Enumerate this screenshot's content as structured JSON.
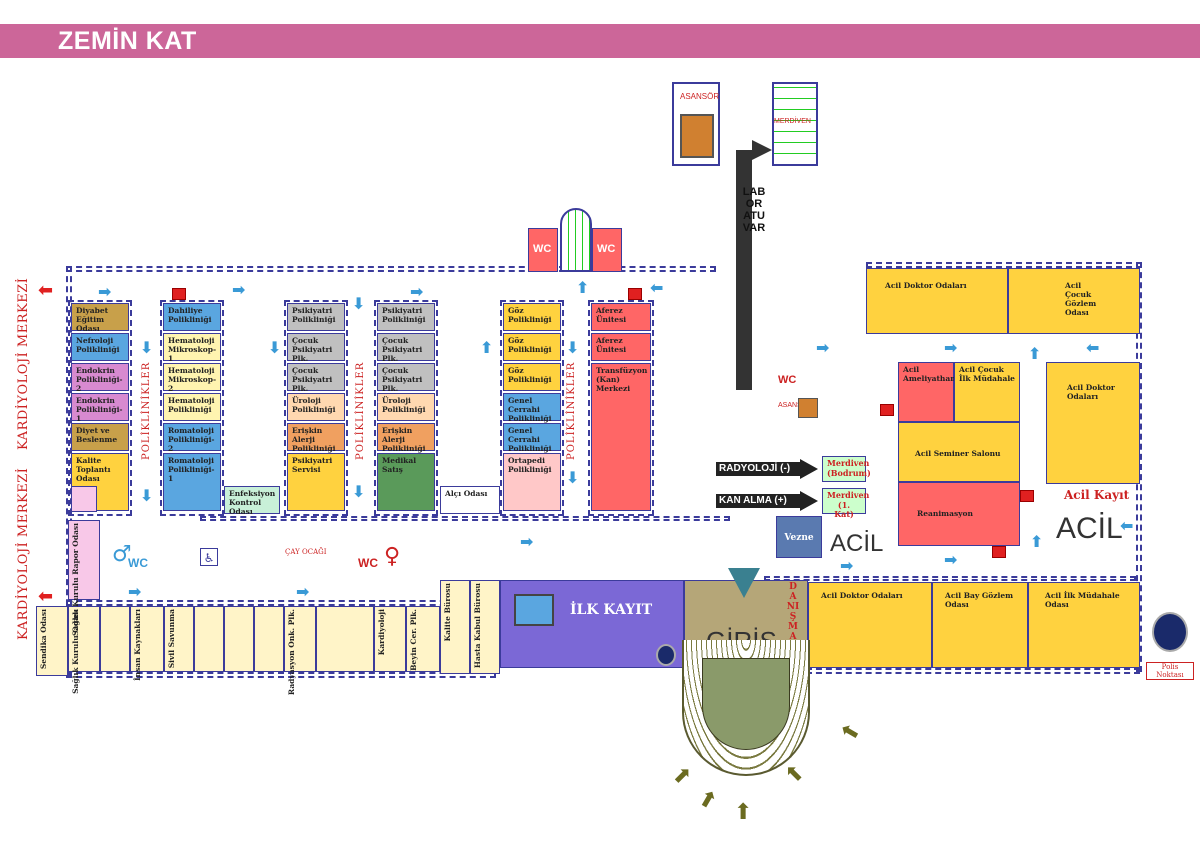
{
  "header": {
    "title": "ZEMİN KAT"
  },
  "side_labels": {
    "kardiyoloji_top": "KARDİYOLOJİ MERKEZİ",
    "kardiyoloji_bottom": "KARDİYOLOJİ MERKEZİ"
  },
  "poliklinik_labels": {
    "a": "POLİKLİNİKLER",
    "b": "POLİKLİNİKLER",
    "c": "POLİKLİNİKLER"
  },
  "col1": [
    "Diyabet Eğitim Odası",
    "Nefroloji Polikliniği",
    "Endokrin Polikliniği-2",
    "Endokrin Polikliniği-1",
    "Diyet ve Beslenme",
    "Kalite Toplantı Odası"
  ],
  "col2": [
    "Dahiliye Polikliniği",
    "Hematoloji Mikroskop-1",
    "Hematoloji Mikroskop-2",
    "Hematoloji Polikliniği",
    "Romatoloji Polikliniği-2",
    "Romatoloji Polikliniği-1"
  ],
  "col3": [
    "Psikiyatri Polikliniği",
    "Çocuk Psikiyatri Plk.",
    "Çocuk Psikiyatri Plk.",
    "Üroloji Polikliniği",
    "Erişkin Alerji Polikliniği",
    "Psikiyatri Servisi"
  ],
  "col4": [
    "Psikiyatri Polikliniği",
    "Çocuk Psikiyatri Plk.",
    "Çocuk Psikiyatri Plk.",
    "Üroloji Polikliniği",
    "Erişkin Alerji Polikliniği",
    "Medikal Satış"
  ],
  "col5": [
    "Göz Polikliniği",
    "Göz Polikliniği",
    "Göz Polikliniği",
    "Genel Cerrahi Polikliniği",
    "Genel Cerrahi Polikliniği",
    "Ortapedi Polikliniği"
  ],
  "col6": [
    "Aferez Ünitesi",
    "Aferez Ünitesi",
    "Transfüzyon (Kan) Merkezi"
  ],
  "misc": {
    "enfeksiyon": "Enfeksiyon Kontrol Odası",
    "alci": "Alçı Odası",
    "saglik_rapor": "Sağlık Kurulu Rapor Odası",
    "wc": "WC",
    "asansor": "ASANSÖR",
    "merdiven": "MERDİVEN",
    "cay_ocagi": "ÇAY OCAĞI",
    "laboratuvar": "LABORATUVAR",
    "asansor_small": "ASANSÖR",
    "radyoloji": "RADYOLOJİ (-)",
    "kan_alma": "KAN ALMA (+)",
    "merdiven_bodrum": "Merdiven (Bodrum)",
    "merdiven_1kat": "Merdiven (1. Kat)",
    "vezne": "Vezne",
    "ilk_kayit": "İLK KAYIT",
    "giris": "GİRİŞ",
    "danisma": "DANIŞMA",
    "acil_left": "ACİL",
    "acil_right": "ACİL",
    "acil_kayit": "Acil Kayıt",
    "polis": "Polis Noktası"
  },
  "bottom_rooms": [
    "Sendika Odası",
    "Sağlık Kurulu Odası",
    "İnsan Kaynakları",
    "Sivil Savunma",
    "Radyasyon Onk. Plk.",
    "Kardiyoloji",
    "Beyin Cer. Plk.",
    "Kalite Bürosu",
    "Hasta Kabul Bürosu"
  ],
  "acil_rooms": {
    "doktor_top": "Acil Doktor Odaları",
    "cocuk_gozlem": "Acil Çocuk Gözlem Odası",
    "ameliyathane": "Acil Ameliyathane",
    "cocuk_ilk": "Acil Çocuk İlk Müdahale",
    "doktor_right": "Acil Doktor Odaları",
    "seminer": "Acil Seminer Salonu",
    "reanimasyon": "Reanimasyon",
    "doktor_bottom": "Acil Doktor Odaları",
    "bay_gozlem": "Acil Bay Gözlem Odası",
    "ilk_mudahale": "Acil İlk Müdahale Odası"
  },
  "colors": {
    "banner": "#cc6699",
    "wall": "#3b3b9b",
    "arrow_blue": "#3a9ad6",
    "room_yellow": "#ffd23f",
    "room_pink": "#ff6666",
    "ilk_kayit": "#7b68d6",
    "giris": "#b5a678"
  }
}
